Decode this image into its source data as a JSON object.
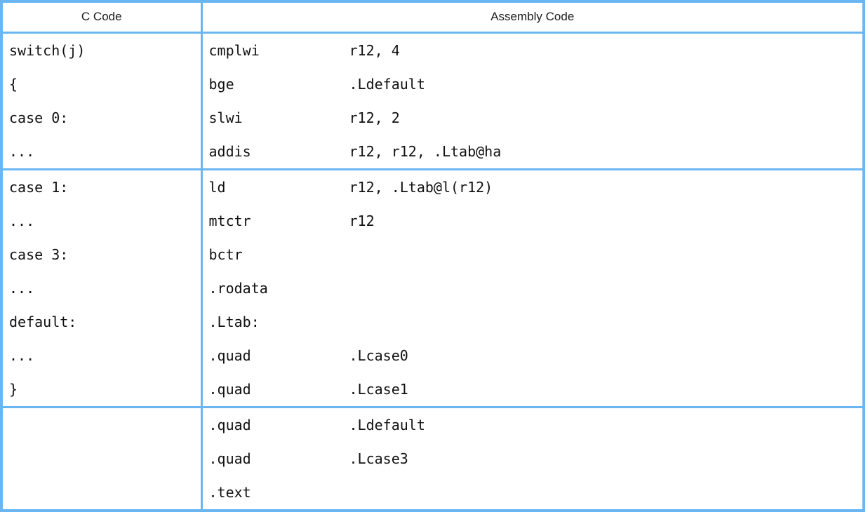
{
  "table": {
    "headers": {
      "c_code": "C Code",
      "assembly_code": "Assembly Code"
    },
    "border_color": "#6ab6f2",
    "text_color": "#111111",
    "groups": [
      {
        "c_lines": [
          "switch(j)",
          "{",
          "case 0:",
          "..."
        ],
        "asm_lines": [
          {
            "mnemonic": "cmplwi",
            "operand": "r12, 4"
          },
          {
            "mnemonic": "bge",
            "operand": ".Ldefault"
          },
          {
            "mnemonic": "slwi",
            "operand": "r12, 2"
          },
          {
            "mnemonic": "addis",
            "operand": "r12, r12, .Ltab@ha"
          }
        ]
      },
      {
        "c_lines": [
          "case 1:",
          "...",
          "case 3:",
          "...",
          "default:",
          "...",
          "}"
        ],
        "asm_lines": [
          {
            "mnemonic": "ld",
            "operand": "r12, .Ltab@l(r12)"
          },
          {
            "mnemonic": "mtctr",
            "operand": "r12"
          },
          {
            "mnemonic": "bctr",
            "operand": ""
          },
          {
            "mnemonic": ".rodata",
            "operand": ""
          },
          {
            "mnemonic": ".Ltab:",
            "operand": ""
          },
          {
            "mnemonic": ".quad",
            "operand": ".Lcase0"
          },
          {
            "mnemonic": ".quad",
            "operand": ".Lcase1"
          }
        ]
      },
      {
        "c_lines": [],
        "asm_lines": [
          {
            "mnemonic": ".quad",
            "operand": ".Ldefault"
          },
          {
            "mnemonic": ".quad",
            "operand": ".Lcase3"
          },
          {
            "mnemonic": ".text",
            "operand": ""
          }
        ]
      }
    ]
  }
}
